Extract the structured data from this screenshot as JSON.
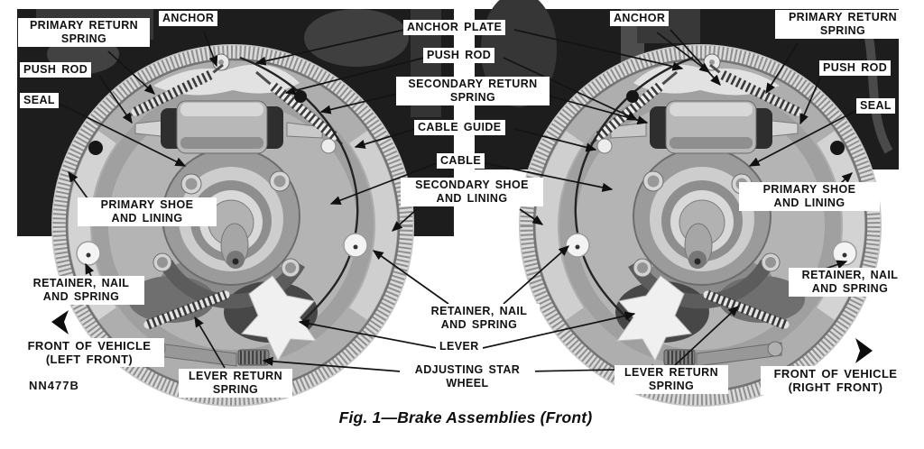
{
  "figure": {
    "caption": "Fig. 1—Brake Assemblies (Front)",
    "photo_code": "NN477B"
  },
  "labels_left": {
    "primary_return_spring": {
      "l1": "PRIMARY RETURN",
      "l2": "SPRING"
    },
    "anchor": "ANCHOR",
    "push_rod": "PUSH ROD",
    "seal": "SEAL",
    "primary_shoe": {
      "l1": "PRIMARY SHOE",
      "l2": "AND LINING"
    },
    "retainer": {
      "l1": "RETAINER, NAIL",
      "l2": "AND SPRING"
    },
    "front_of_vehicle": {
      "l1": "FRONT OF VEHICLE",
      "l2": "(LEFT FRONT)"
    },
    "lever_return_spring": {
      "l1": "LEVER RETURN",
      "l2": "SPRING"
    }
  },
  "labels_center": {
    "anchor_plate": "ANCHOR PLATE",
    "push_rod": "PUSH ROD",
    "secondary_return_spring": {
      "l1": "SECONDARY RETURN",
      "l2": "SPRING"
    },
    "cable_guide": "CABLE GUIDE",
    "cable": "CABLE",
    "secondary_shoe": {
      "l1": "SECONDARY SHOE",
      "l2": "AND LINING"
    },
    "retainer": {
      "l1": "RETAINER, NAIL",
      "l2": "AND SPRING"
    },
    "lever": "LEVER",
    "adjusting_star_wheel": {
      "l1": "ADJUSTING STAR",
      "l2": "WHEEL"
    }
  },
  "labels_right": {
    "anchor": "ANCHOR",
    "primary_return_spring": {
      "l1": "PRIMARY RETURN",
      "l2": "SPRING"
    },
    "push_rod": "PUSH ROD",
    "seal": "SEAL",
    "primary_shoe": {
      "l1": "PRIMARY SHOE",
      "l2": "AND LINING"
    },
    "retainer": {
      "l1": "RETAINER, NAIL",
      "l2": "AND SPRING"
    },
    "lever_return_spring": {
      "l1": "LEVER RETURN",
      "l2": "SPRING"
    },
    "front_of_vehicle": {
      "l1": "FRONT OF VEHICLE",
      "l2": "(RIGHT FRONT)"
    }
  },
  "icons": {
    "front_left_arrow": "left-arrow-icon",
    "front_right_arrow": "right-arrow-icon"
  },
  "colors": {
    "page_bg": "#ffffff",
    "photo_bg": "#1d1d1d",
    "label_bg": "#ffffff",
    "ink": "#111111"
  }
}
